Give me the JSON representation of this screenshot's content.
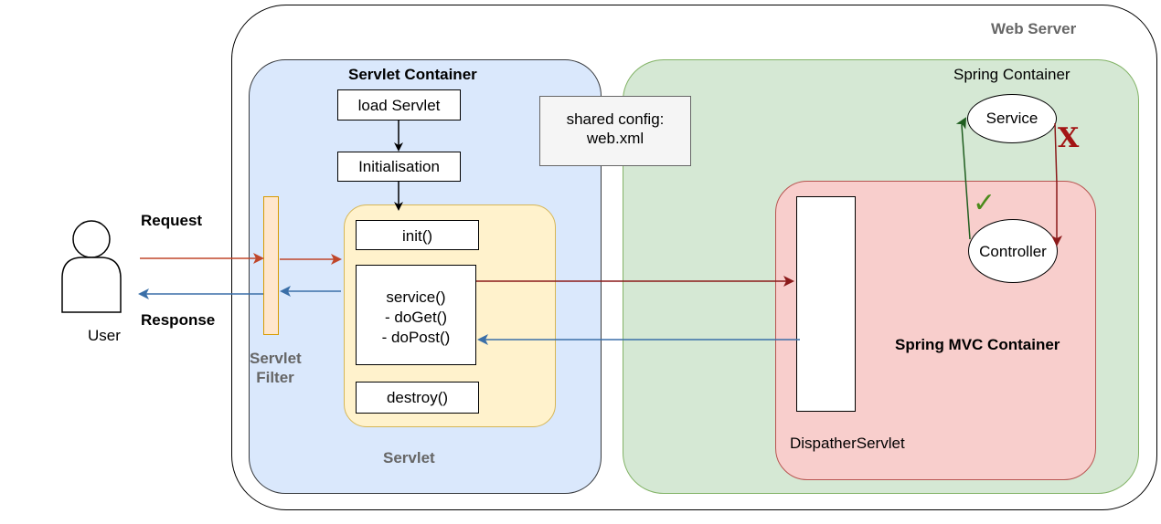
{
  "web_server": {
    "label": "Web Server"
  },
  "servlet_container": {
    "title": "Servlet Container",
    "load_servlet": "load Servlet",
    "initialisation": "Initialisation",
    "servlet_label": "Servlet",
    "init": "init()",
    "service_lines": [
      "service()",
      "- doGet()",
      "- doPost()"
    ],
    "destroy": "destroy()"
  },
  "shared_config": {
    "line1": "shared config:",
    "line2": "web.xml"
  },
  "spring_container": {
    "title": "Spring Container",
    "service": "Service",
    "controller": "Controller",
    "check_mark": "✓",
    "cross_mark": "X"
  },
  "spring_mvc": {
    "title": "Spring MVC Container",
    "dispatcher": "DispatherServlet"
  },
  "user": {
    "label": "User",
    "request": "Request",
    "response": "Response"
  },
  "servlet_filter": {
    "line1": "Servlet",
    "line2": "Filter"
  },
  "colors": {
    "web_server_stroke": "#000000",
    "servlet_container_fill": "#dae8fc",
    "servlet_container_stroke": "#36393d",
    "servlet_fill": "#fff2cc",
    "servlet_stroke": "#d6b656",
    "spring_fill": "#d5e8d4",
    "spring_stroke": "#82b366",
    "mvc_fill": "#f8cecc",
    "mvc_stroke": "#b85450",
    "filter_fill": "#ffe6cc",
    "filter_stroke": "#d79b00",
    "request_arrow": "#c0462a",
    "response_arrow": "#3a6fa8",
    "dispatch_arrow": "#8b1a1a",
    "ok_arrow": "#1f5e1f",
    "bad_arrow": "#8b1a1a",
    "gray_text": "#666666"
  }
}
